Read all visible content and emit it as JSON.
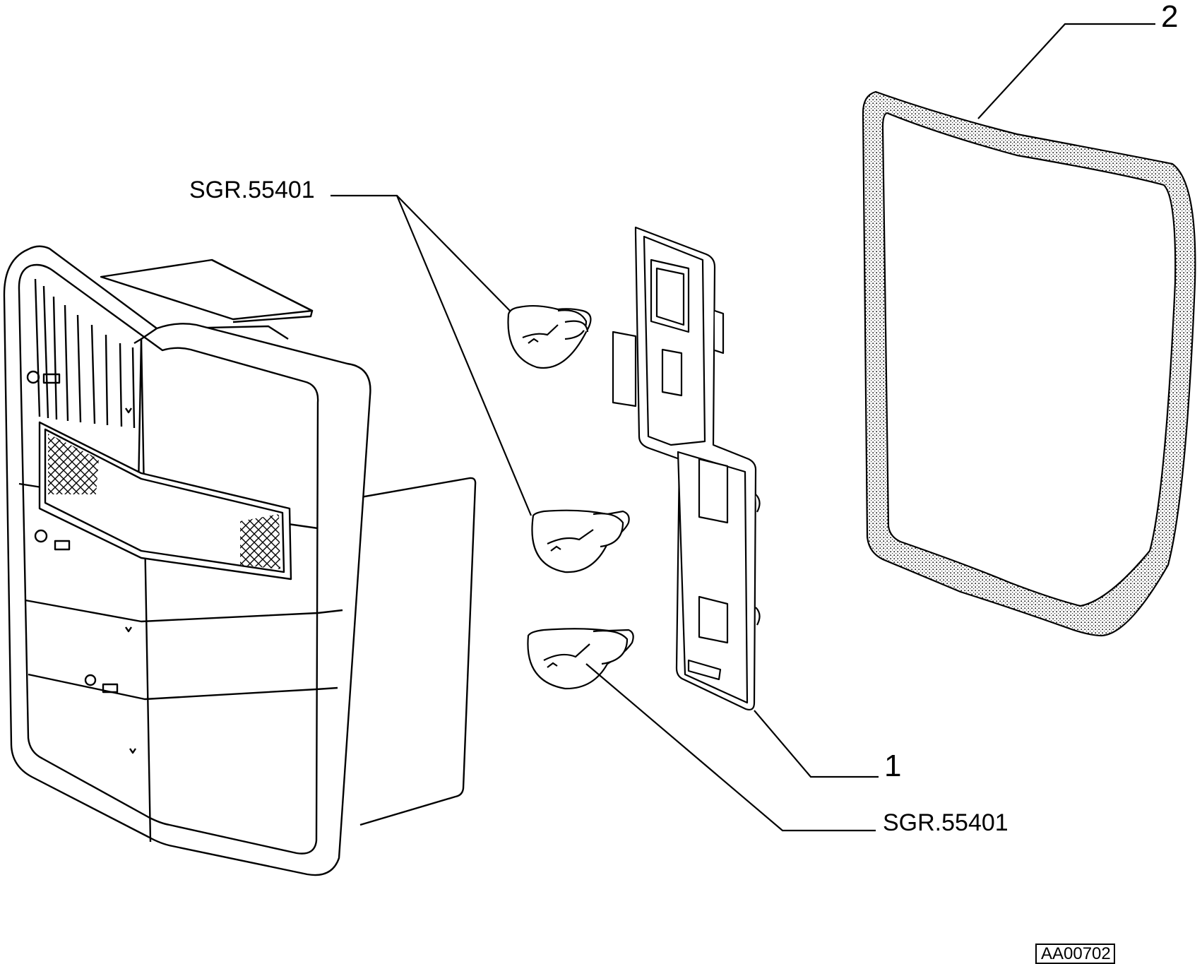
{
  "callouts": {
    "bulb_ref_top": "SGR.55401",
    "bulb_ref_bottom": "SGR.55401",
    "part_1": "1",
    "part_2": "2"
  },
  "drawing_code": "AA00702",
  "colors": {
    "line": "#000000",
    "background": "#ffffff"
  }
}
